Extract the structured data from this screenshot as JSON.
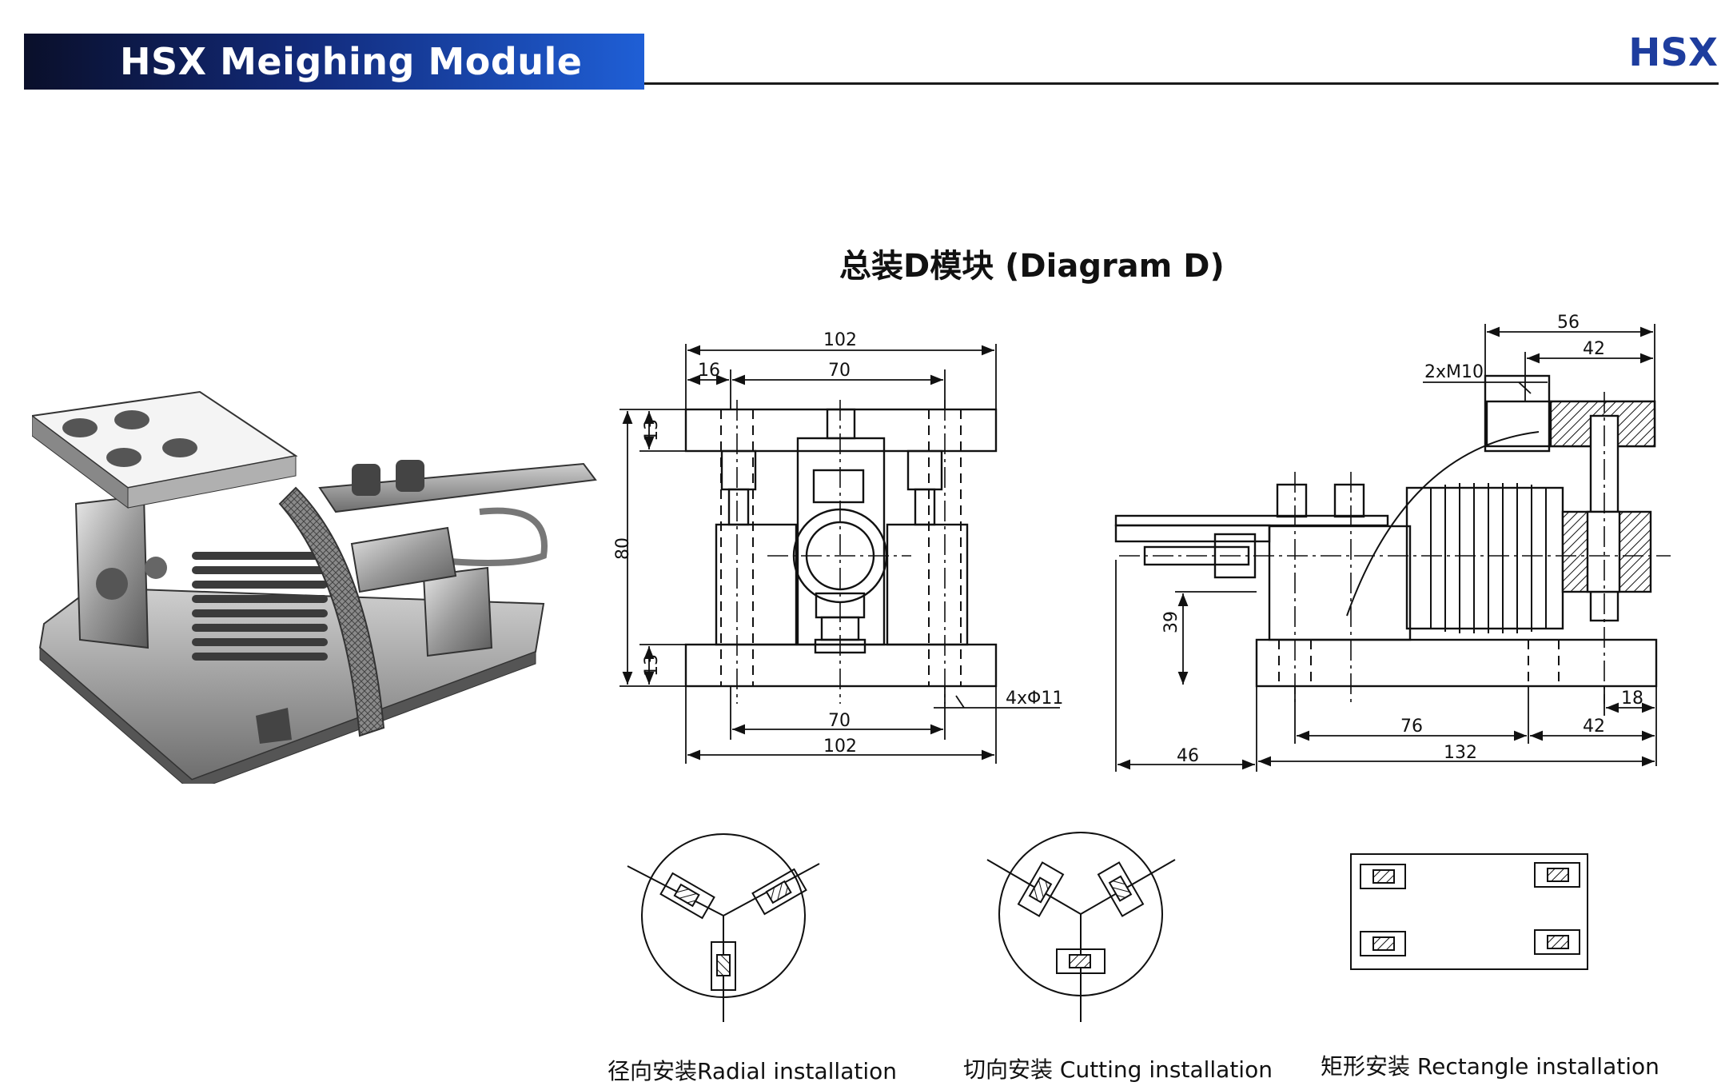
{
  "header": {
    "title": "HSX Meighing Module",
    "code": "HSX"
  },
  "diagram": {
    "title": "总装D模块 (Diagram D)"
  },
  "front_view": {
    "dims": {
      "overall_top": "102",
      "offset_left": "16",
      "bolt_spacing_top": "70",
      "height_total": "80",
      "top_plate": "13",
      "bottom_plate": "13",
      "holes": "4xΦ11",
      "bolt_spacing_bottom": "70",
      "overall_bottom": "102"
    }
  },
  "side_view": {
    "dims": {
      "width_56": "56",
      "width_42_top": "42",
      "thread": "2xM10",
      "height_39": "39",
      "offset_18": "18",
      "dist_76": "76",
      "dist_42_bottom": "42",
      "length_132": "132",
      "offset_46": "46"
    }
  },
  "installations": {
    "radial": "径向安装Radial installation",
    "cutting": "切向安装 Cutting installation",
    "rectangle": "矩形安装 Rectangle installation"
  }
}
